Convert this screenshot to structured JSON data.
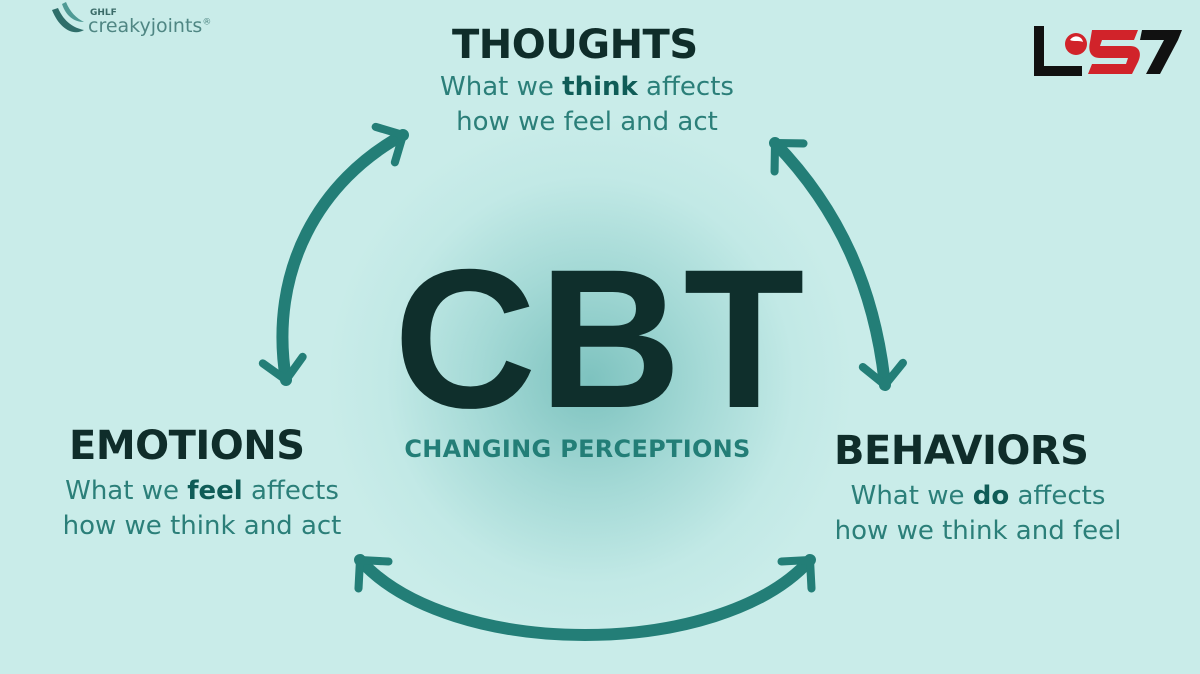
{
  "center": {
    "title": "CBT",
    "subtitle": "CHANGING PERCEPTIONS"
  },
  "nodes": {
    "thoughts": {
      "title": "THOUGHTS",
      "line1_pre": "What we ",
      "line1_bold": "think",
      "line1_post": " affects",
      "line2": "how we feel and act"
    },
    "emotions": {
      "title": "EMOTIONS",
      "line1_pre": "What we ",
      "line1_bold": "feel",
      "line1_post": " affects",
      "line2": "how we think and act"
    },
    "behaviors": {
      "title": "BEHAVIORS",
      "line1_pre": "What we ",
      "line1_bold": "do",
      "line1_post": " affects",
      "line2": "how we think and feel"
    }
  },
  "brand": {
    "small": "GHLF",
    "name": "creakyjoints",
    "mark": "®"
  },
  "edges": [
    {
      "from": "thoughts",
      "to": "emotions",
      "direction": "bidirectional"
    },
    {
      "from": "thoughts",
      "to": "behaviors",
      "direction": "bidirectional"
    },
    {
      "from": "emotions",
      "to": "behaviors",
      "direction": "bidirectional"
    }
  ],
  "colors": {
    "background": "#c9ece9",
    "arrow": "#237e77",
    "title_text": "#0f2f2c",
    "description_text": "#2b7f79",
    "corner_logo_red": "#d1232a",
    "corner_logo_black": "#111111"
  },
  "icons": [
    "creakyjoints-leaf-logo",
    "corner-channel-logo"
  ]
}
